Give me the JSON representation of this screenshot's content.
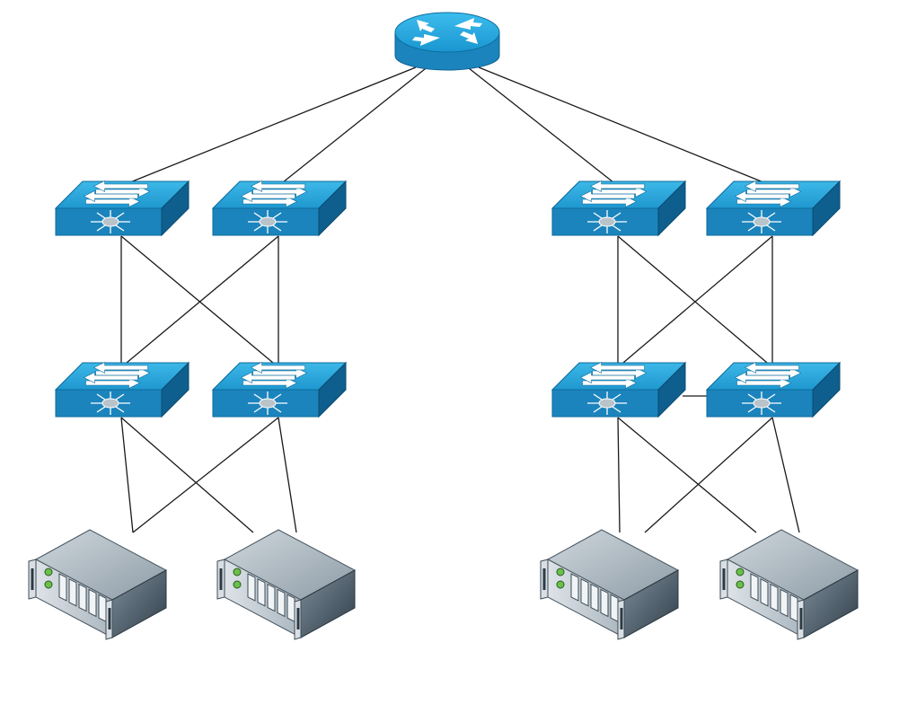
{
  "diagram": {
    "type": "network-topology",
    "colors": {
      "background": "#ffffff",
      "link": "#1a1a1a",
      "device_top": "#2aa8dc",
      "device_front": "#1b84bd",
      "device_side": "#0f5f8e",
      "server_light": "#c6cfd6",
      "server_dark": "#3d4e5a",
      "server_led": "#69c04a"
    },
    "nodes": [
      {
        "id": "core-router",
        "kind": "router",
        "icon": "router-icon"
      },
      {
        "id": "l-agg-1",
        "kind": "switch",
        "icon": "layer3-switch-icon"
      },
      {
        "id": "l-agg-2",
        "kind": "switch",
        "icon": "layer3-switch-icon"
      },
      {
        "id": "l-acc-1",
        "kind": "switch",
        "icon": "layer3-switch-icon"
      },
      {
        "id": "l-acc-2",
        "kind": "switch",
        "icon": "layer3-switch-icon"
      },
      {
        "id": "l-srv-1",
        "kind": "server",
        "icon": "server-icon"
      },
      {
        "id": "l-srv-2",
        "kind": "server",
        "icon": "server-icon"
      },
      {
        "id": "r-agg-1",
        "kind": "switch",
        "icon": "layer3-switch-icon"
      },
      {
        "id": "r-agg-2",
        "kind": "switch",
        "icon": "layer3-switch-icon"
      },
      {
        "id": "r-acc-1",
        "kind": "switch",
        "icon": "layer3-switch-icon"
      },
      {
        "id": "r-acc-2",
        "kind": "switch",
        "icon": "layer3-switch-icon"
      },
      {
        "id": "r-srv-1",
        "kind": "server",
        "icon": "server-icon"
      },
      {
        "id": "r-srv-2",
        "kind": "server",
        "icon": "server-icon"
      }
    ],
    "links": [
      [
        "core-router",
        "l-agg-1"
      ],
      [
        "core-router",
        "l-agg-2"
      ],
      [
        "core-router",
        "r-agg-1"
      ],
      [
        "core-router",
        "r-agg-2"
      ],
      [
        "l-agg-1",
        "l-acc-1"
      ],
      [
        "l-agg-1",
        "l-acc-2"
      ],
      [
        "l-agg-2",
        "l-acc-1"
      ],
      [
        "l-agg-2",
        "l-acc-2"
      ],
      [
        "l-acc-1",
        "l-srv-1"
      ],
      [
        "l-acc-1",
        "l-srv-2"
      ],
      [
        "l-acc-2",
        "l-srv-1"
      ],
      [
        "l-acc-2",
        "l-srv-2"
      ],
      [
        "r-agg-1",
        "r-acc-1"
      ],
      [
        "r-agg-1",
        "r-acc-2"
      ],
      [
        "r-agg-2",
        "r-acc-1"
      ],
      [
        "r-agg-2",
        "r-acc-2"
      ],
      [
        "r-acc-1",
        "r-acc-2"
      ],
      [
        "r-acc-1",
        "r-srv-1"
      ],
      [
        "r-acc-1",
        "r-srv-2"
      ],
      [
        "r-acc-2",
        "r-srv-1"
      ],
      [
        "r-acc-2",
        "r-srv-2"
      ]
    ]
  }
}
